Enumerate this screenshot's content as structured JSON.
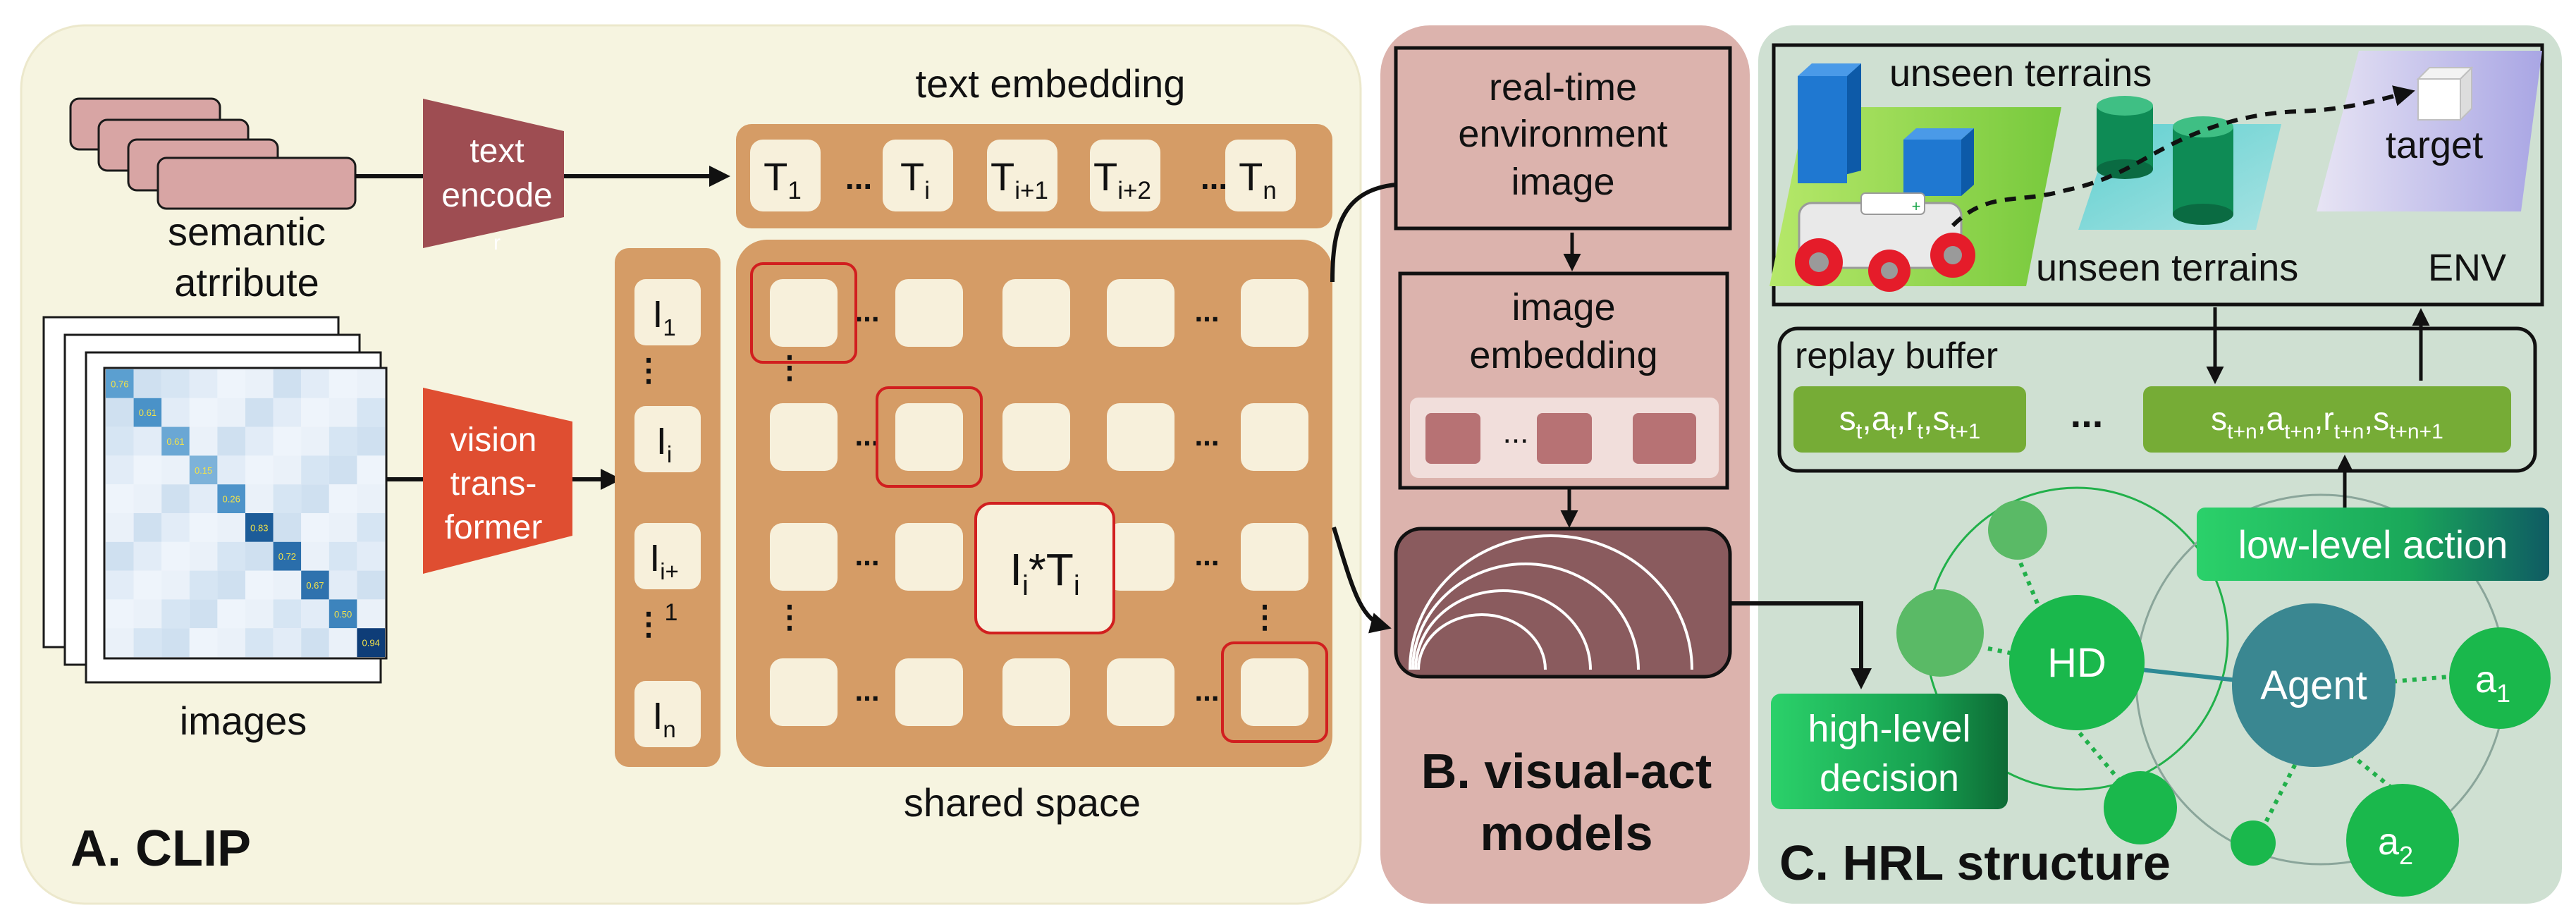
{
  "clip": {
    "panel_title": "A. CLIP",
    "semantic_label_1": "semantic",
    "semantic_label_2": "atrribute",
    "text_encoder_1": "text",
    "text_encoder_2": "encode",
    "text_encoder_3": "r",
    "vision_encoder_1": "vision",
    "vision_encoder_2": "trans-",
    "vision_encoder_3": "former",
    "images_label": "images",
    "text_embedding_label": "text embedding",
    "shared_space_label": "shared space",
    "text_tokens": [
      {
        "base": "T",
        "sub": "1"
      },
      {
        "base": "T",
        "sub": "i"
      },
      {
        "base": "T",
        "sub": "i+1"
      },
      {
        "base": "T",
        "sub": "i+2"
      },
      {
        "base": "T",
        "sub": "n"
      }
    ],
    "image_tokens": [
      {
        "base": "I",
        "sub": "1"
      },
      {
        "base": "I",
        "sub": "i"
      },
      {
        "base": "I",
        "sub": "i+"
      },
      {
        "base": "I",
        "sub": "n"
      }
    ],
    "image_token_extra": "1",
    "ellipsis": "...",
    "vdots": "⋮",
    "product": {
      "a": "I",
      "a_sub": "i",
      "op": "*",
      "b": "T",
      "b_sub": "i"
    },
    "matrix_values": [
      "0.76",
      "0.61",
      "0.61",
      "0.15",
      "0.26",
      "0.83",
      "0.72",
      "0.67",
      "0.50",
      "0.94"
    ]
  },
  "visual": {
    "panel_title_1": "B.  visual-act",
    "panel_title_2": "models",
    "realtime_1": "real-time",
    "realtime_2": "environment",
    "realtime_3": "image",
    "embedding_1": "image",
    "embedding_2": "embedding",
    "ellipsis": "..."
  },
  "hrl": {
    "panel_title": "C. HRL structure",
    "unseen_1": "unseen terrains",
    "unseen_2": "unseen terrains",
    "target": "target",
    "env": "ENV",
    "replay_buffer": "replay buffer",
    "transition_1": {
      "s": "s",
      "s_sub": "t",
      "a": "a",
      "a_sub": "t",
      "r": "r",
      "r_sub": "t",
      "s2": "s",
      "s2_sub": "t+1"
    },
    "transition_n": {
      "s": "s",
      "s_sub": "t+n",
      "a": "a",
      "a_sub": "t+n",
      "r": "r",
      "r_sub": "t+n",
      "s2": "s",
      "s2_sub": "t+n+1"
    },
    "ellipsis": "...",
    "low_level": "low-level  action",
    "high_level_1": "high-level",
    "high_level_2": "decision",
    "hd": "HD",
    "agent": "Agent",
    "a1": {
      "base": "a",
      "sub": "1"
    },
    "a2": {
      "base": "a",
      "sub": "2"
    }
  },
  "colors": {
    "clip_bg": "#f6f4e0",
    "visual_bg": "#dcb3ad",
    "hrl_bg": "#cfe0d2",
    "tan": "#d59c66",
    "cream": "#f7f0db",
    "text_encoder": "#9e4d52",
    "vision_encoder": "#df4e31",
    "card": "#d8a5a4",
    "replay_green": "#76ac36",
    "green": "#1fb449",
    "agent": "#3a8791",
    "red": "#d11f1f"
  }
}
